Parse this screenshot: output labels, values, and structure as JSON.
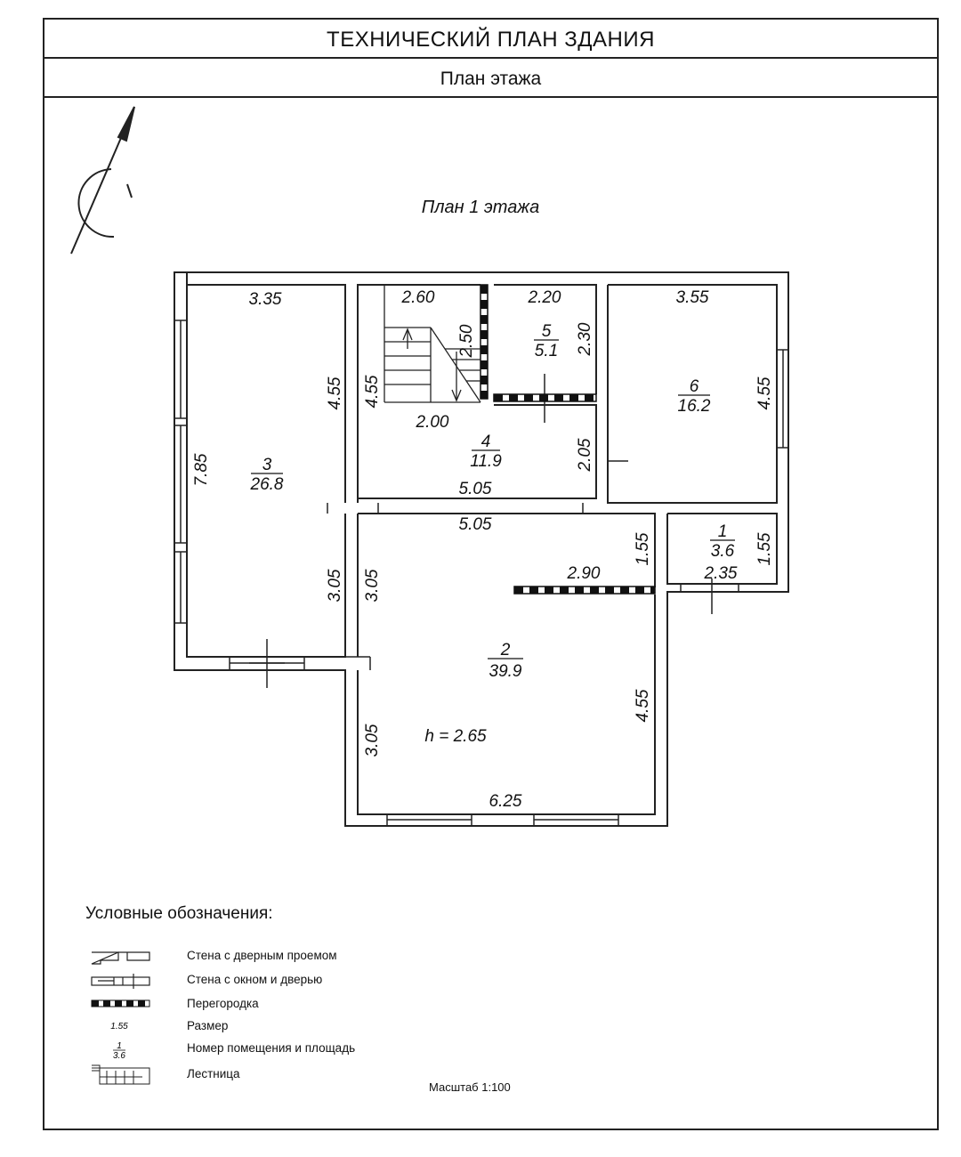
{
  "header": {
    "title": "ТЕХНИЧЕСКИЙ ПЛАН ЗДАНИЯ",
    "subtitle": "План этажа"
  },
  "plan": {
    "floor_title": "План 1 этажа",
    "height_label": "h = 2.65",
    "rooms": [
      {
        "number": "1",
        "area": "3.6"
      },
      {
        "number": "2",
        "area": "39.9"
      },
      {
        "number": "3",
        "area": "26.8"
      },
      {
        "number": "4",
        "area": "11.9"
      },
      {
        "number": "5",
        "area": "5.1"
      },
      {
        "number": "6",
        "area": "16.2"
      }
    ],
    "dimensions": {
      "r3_top": "3.35",
      "r3_right_upper": "4.55",
      "r3_left": "7.85",
      "r3_right_lower": "3.05",
      "stair_top": "2.60",
      "stair_inner": "2.50",
      "stair_left": "4.55",
      "r4_mid": "2.00",
      "r4_bottom": "5.05",
      "r4_right": "2.05",
      "r5_top": "2.20",
      "r5_right": "2.30",
      "r6_top": "3.55",
      "r6_right": "4.55",
      "r2_top": "5.05",
      "r2_left_upper": "3.05",
      "r2_left_lower": "3.05",
      "r2_right_upper": "1.55",
      "r2_partition": "2.90",
      "r2_right_lower": "4.55",
      "r2_bottom": "6.25",
      "r1_right": "1.55",
      "r1_bottom": "2.35"
    }
  },
  "legend": {
    "title": "Условные обозначения:",
    "items": [
      {
        "label": "Стена с дверным проемом"
      },
      {
        "label": "Стена с окном и дверью"
      },
      {
        "label": "Перегородка"
      },
      {
        "label": "Размер",
        "sample": "1.55"
      },
      {
        "label": "Номер помещения и площадь",
        "sample_num": "1",
        "sample_area": "3.6"
      },
      {
        "label": "Лестница"
      }
    ],
    "scale": "Масштаб 1:100"
  }
}
